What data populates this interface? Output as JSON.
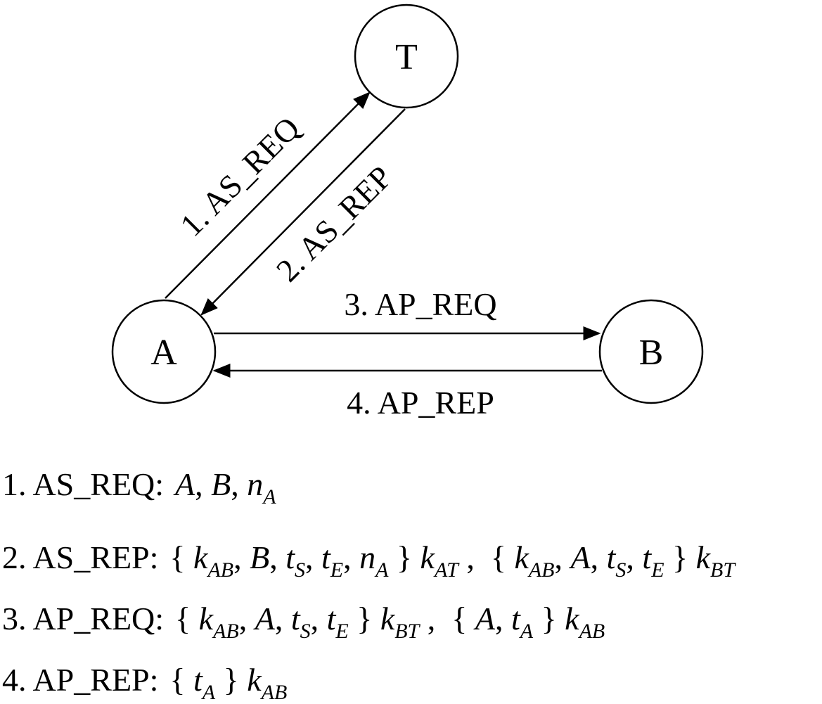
{
  "nodes": {
    "T": "T",
    "A": "A",
    "B": "B"
  },
  "edges": {
    "as_req": "1. AS_REQ",
    "as_rep": "2. AS_REP",
    "ap_req": "3. AP_REQ",
    "ap_rep": "4. AP_REP"
  },
  "messages": [
    {
      "label": "1. AS_REQ:",
      "body": [
        [
          "A",
          ""
        ],
        [
          ", ",
          null
        ],
        [
          "B",
          ""
        ],
        [
          ", ",
          null
        ],
        [
          "n",
          "A"
        ]
      ]
    },
    {
      "label": "2. AS_REP:",
      "body": [
        [
          "{ ",
          null
        ],
        [
          "k",
          "AB"
        ],
        [
          ", ",
          null
        ],
        [
          "B",
          ""
        ],
        [
          ", ",
          null
        ],
        [
          "t",
          "S"
        ],
        [
          ", ",
          null
        ],
        [
          "t",
          "E"
        ],
        [
          ", ",
          null
        ],
        [
          "n",
          "A"
        ],
        [
          " } ",
          null
        ],
        [
          "k",
          "AT"
        ],
        [
          " ,  { ",
          null
        ],
        [
          "k",
          "AB"
        ],
        [
          ", ",
          null
        ],
        [
          "A",
          ""
        ],
        [
          ", ",
          null
        ],
        [
          "t",
          "S"
        ],
        [
          ", ",
          null
        ],
        [
          "t",
          "E"
        ],
        [
          " } ",
          null
        ],
        [
          "k",
          "BT"
        ]
      ]
    },
    {
      "label": "3. AP_REQ:",
      "body": [
        [
          "{ ",
          null
        ],
        [
          "k",
          "AB"
        ],
        [
          ", ",
          null
        ],
        [
          "A",
          ""
        ],
        [
          ", ",
          null
        ],
        [
          "t",
          "S"
        ],
        [
          ", ",
          null
        ],
        [
          "t",
          "E"
        ],
        [
          " } ",
          null
        ],
        [
          "k",
          "BT"
        ],
        [
          " ,  { ",
          null
        ],
        [
          "A",
          ""
        ],
        [
          ", ",
          null
        ],
        [
          "t",
          "A"
        ],
        [
          " } ",
          null
        ],
        [
          "k",
          "AB"
        ]
      ]
    },
    {
      "label": "4. AP_REP:",
      "body": [
        [
          "{ ",
          null
        ],
        [
          "t",
          "A"
        ],
        [
          " } ",
          null
        ],
        [
          "k",
          "AB"
        ]
      ]
    }
  ]
}
